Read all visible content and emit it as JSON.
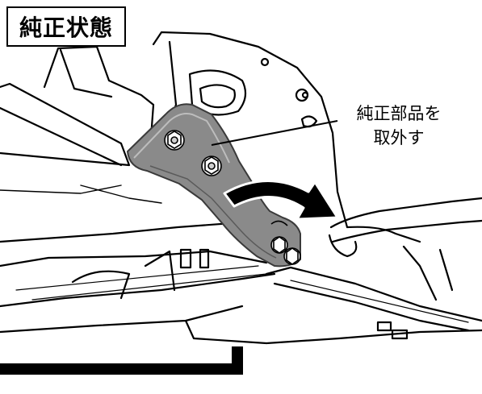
{
  "title": "純正状態",
  "callout": {
    "line1": "純正部品を",
    "line2": "取外す"
  },
  "colors": {
    "bracket": "#8a8a8a",
    "bracket_edge": "#3a3a3a",
    "line": "#000000",
    "background": "#ffffff"
  },
  "icons": [
    "curved-arrow",
    "bolt"
  ]
}
